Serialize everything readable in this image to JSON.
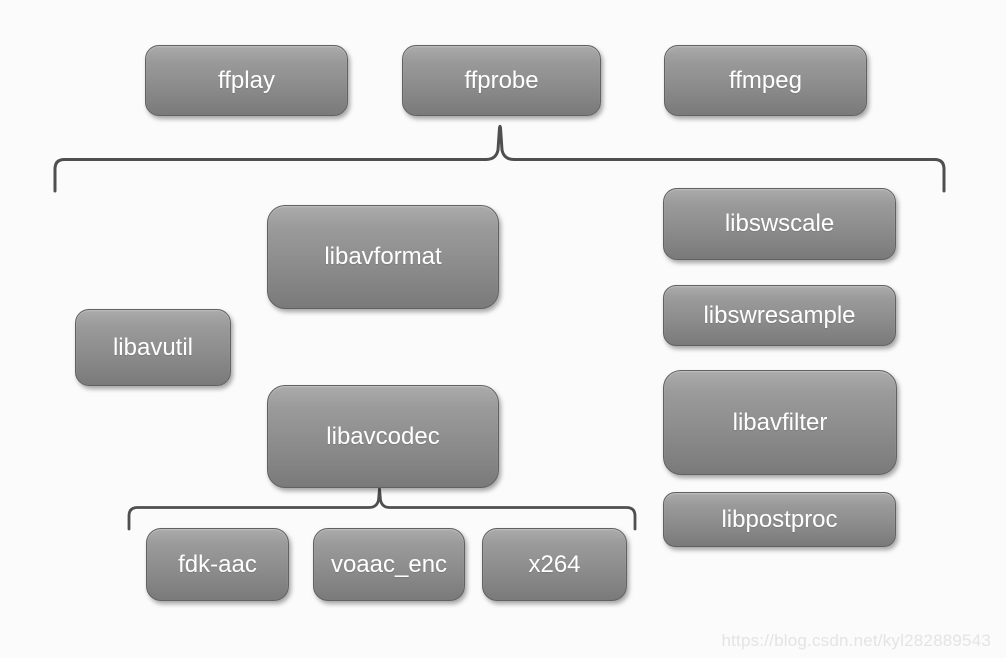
{
  "colors": {
    "background": "#fbfbfb",
    "box_top": "#ababab",
    "box_mid": "#909090",
    "box_bottom": "#7a7a7a",
    "box_border": "#616161",
    "box_text": "#ffffff",
    "connector": "#4f4f4f",
    "watermark": "#e4e4e4"
  },
  "nodes": {
    "ffplay": {
      "label": "ffplay"
    },
    "ffprobe": {
      "label": "ffprobe"
    },
    "ffmpeg": {
      "label": "ffmpeg"
    },
    "libavformat": {
      "label": "libavformat"
    },
    "libavutil": {
      "label": "libavutil"
    },
    "libavcodec": {
      "label": "libavcodec"
    },
    "libswscale": {
      "label": "libswscale"
    },
    "libswresample": {
      "label": "libswresample"
    },
    "libavfilter": {
      "label": "libavfilter"
    },
    "libpostproc": {
      "label": "libpostproc"
    },
    "fdk_aac": {
      "label": "fdk-aac"
    },
    "voaac_enc": {
      "label": "voaac_enc"
    },
    "x264": {
      "label": "x264"
    }
  },
  "hierarchy": {
    "tools": [
      "ffplay",
      "ffprobe",
      "ffmpeg"
    ],
    "libraries": [
      "libavformat",
      "libavutil",
      "libavcodec",
      "libswscale",
      "libswresample",
      "libavfilter",
      "libpostproc"
    ],
    "libavcodec_children": [
      "fdk-aac",
      "voaac_enc",
      "x264"
    ]
  },
  "watermark": {
    "text": "https://blog.csdn.net/kyl282889543"
  }
}
